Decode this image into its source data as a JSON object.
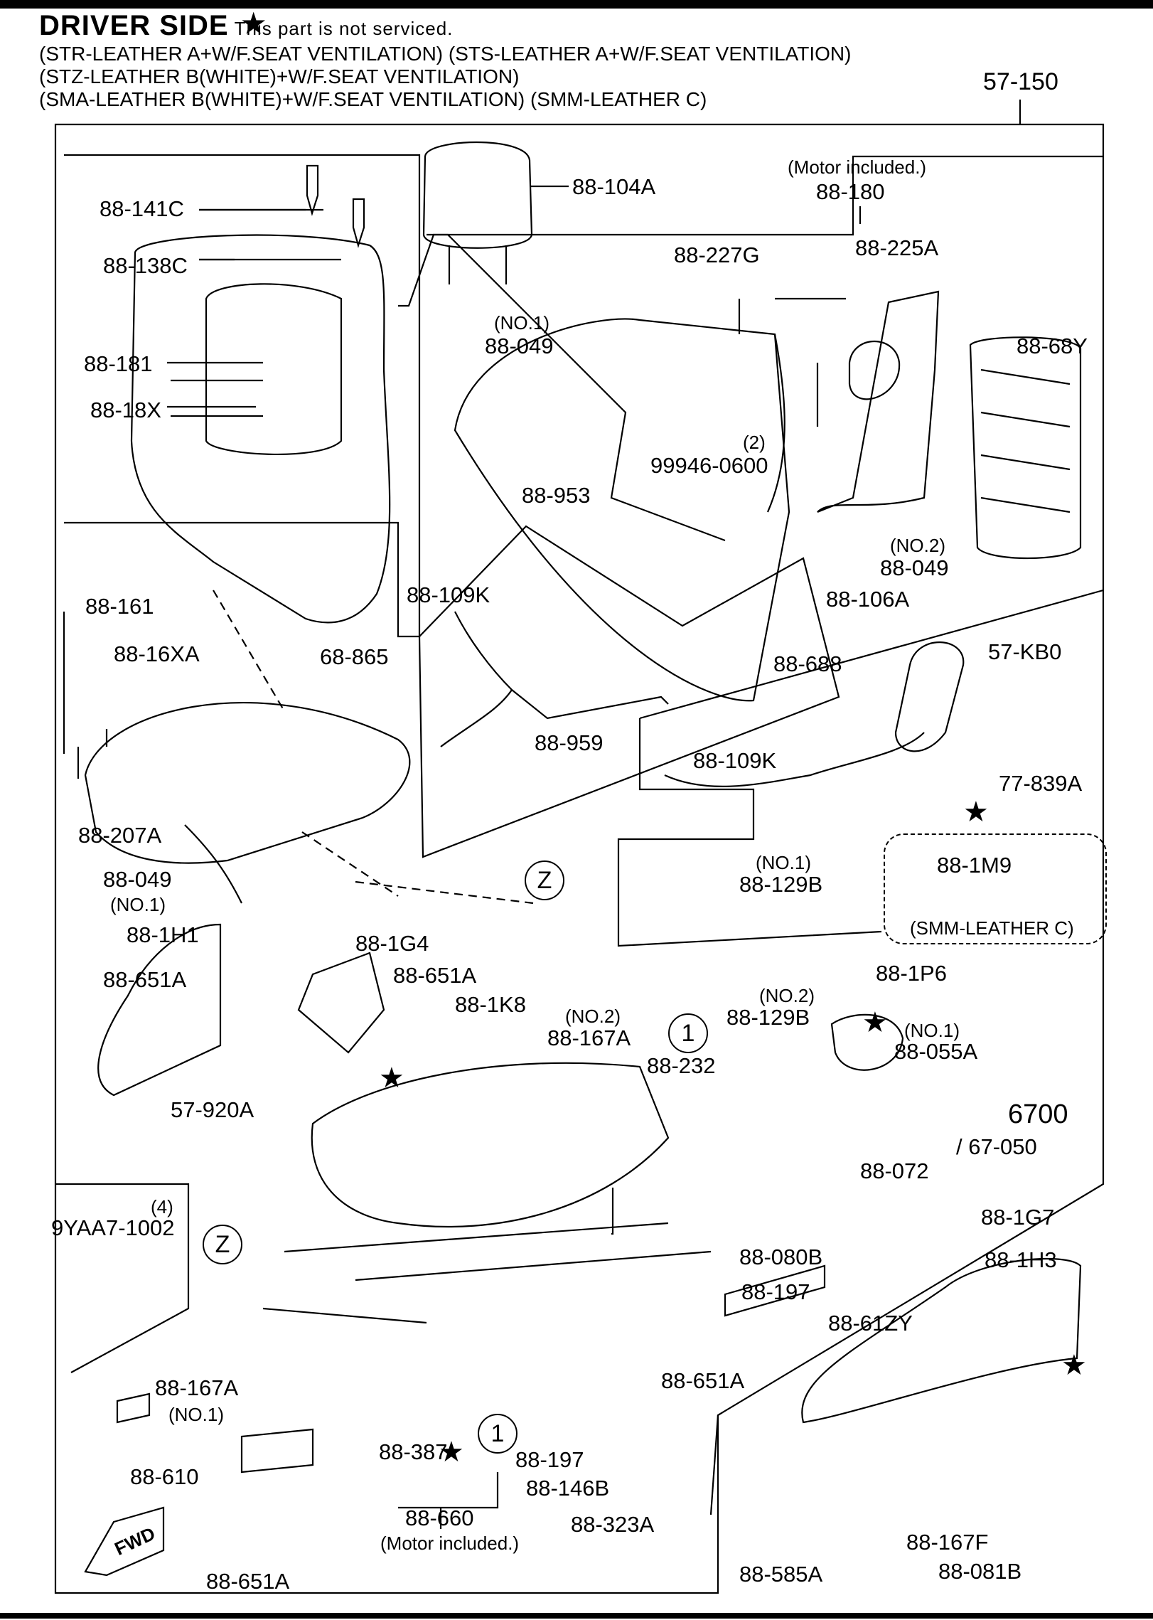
{
  "header": {
    "title": "DRIVER SIDE",
    "star_symbol": "★",
    "note": "This part is not serviced.",
    "lines": [
      "(STR-LEATHER A+W/F.SEAT VENTILATION) (STS-LEATHER A+W/F.SEAT VENTILATION)",
      "(STZ-LEATHER B(WHITE)+W/F.SEAT VENTILATION)",
      "(SMA-LEATHER B(WHITE)+W/F.SEAT VENTILATION) (SMM-LEATHER C)"
    ],
    "assembly": "57-150"
  },
  "labels": {
    "l_88_141C": "88-141C",
    "l_88_138C": "88-138C",
    "l_88_104A": "88-104A",
    "l_motor_included_top": "(Motor included.)",
    "l_88_180": "88-180",
    "l_88_227G": "88-227G",
    "l_88_225A": "88-225A",
    "l_no1_a": "(NO.1)",
    "l_88_049_a": "88-049",
    "l_88_181": "88-181",
    "l_88_18X": "88-18X",
    "l_88_68Y": "88-68Y",
    "l_qty2_a": "(2)",
    "l_99946_0600": "99946-0600",
    "l_88_953": "88-953",
    "l_no2_a": "(NO.2)",
    "l_88_049_b": "88-049",
    "l_88_109K_a": "88-109K",
    "l_88_106A": "88-106A",
    "l_88_161": "88-161",
    "l_88_16XA": "88-16XA",
    "l_68_865": "68-865",
    "l_88_688": "88-688",
    "l_57_KB0": "57-KB0",
    "l_88_959": "88-959",
    "l_88_109K_b": "88-109K",
    "l_88_207A": "88-207A",
    "l_77_839A": "77-839A",
    "l_88_1M9": "88-1M9",
    "l_smm_leather_c": "(SMM-LEATHER C)",
    "l_88_049_c": "88-049",
    "l_no1_b": "(NO.1)",
    "l_no1_c": "(NO.1)",
    "l_88_129B_a": "88-129B",
    "l_88_1H1": "88-1H1",
    "l_88_1G4": "88-1G4",
    "l_88_651A_a": "88-651A",
    "l_88_651A_b": "88-651A",
    "l_88_1K8": "88-1K8",
    "l_no2_b": "(NO.2)",
    "l_88_167A_a": "88-167A",
    "l_88_232": "88-232",
    "l_no2_c": "(NO.2)",
    "l_88_129B_b": "88-129B",
    "l_88_1P6": "88-1P6",
    "l_no1_d": "(NO.1)",
    "l_88_055A": "88-055A",
    "l_6700": "6700",
    "l_67_050": "/ 67-050",
    "l_57_920A": "57-920A",
    "l_88_072": "88-072",
    "l_qty4": "(4)",
    "l_9YAA7_1002": "9YAA7-1002",
    "l_88_1G7": "88-1G7",
    "l_88_080B": "88-080B",
    "l_88_1H3": "88-1H3",
    "l_88_197_a": "88-197",
    "l_88_61ZY": "88-61ZY",
    "l_88_167A_b": "88-167A",
    "l_no1_e": "(NO.1)",
    "l_88_651A_c": "88-651A",
    "l_88_610": "88-610",
    "l_88_387": "88-387",
    "l_88_197_b": "88-197",
    "l_88_146B": "88-146B",
    "l_88_323A": "88-323A",
    "l_88_660": "88-660",
    "l_motor_included_bottom": "(Motor included.)",
    "l_88_651A_d": "88-651A",
    "l_88_167F": "88-167F",
    "l_88_081B": "88-081B",
    "l_88_585A": "88-585A",
    "l_fwd": "FWD",
    "circle_Z": "Z",
    "circle_1": "1"
  }
}
